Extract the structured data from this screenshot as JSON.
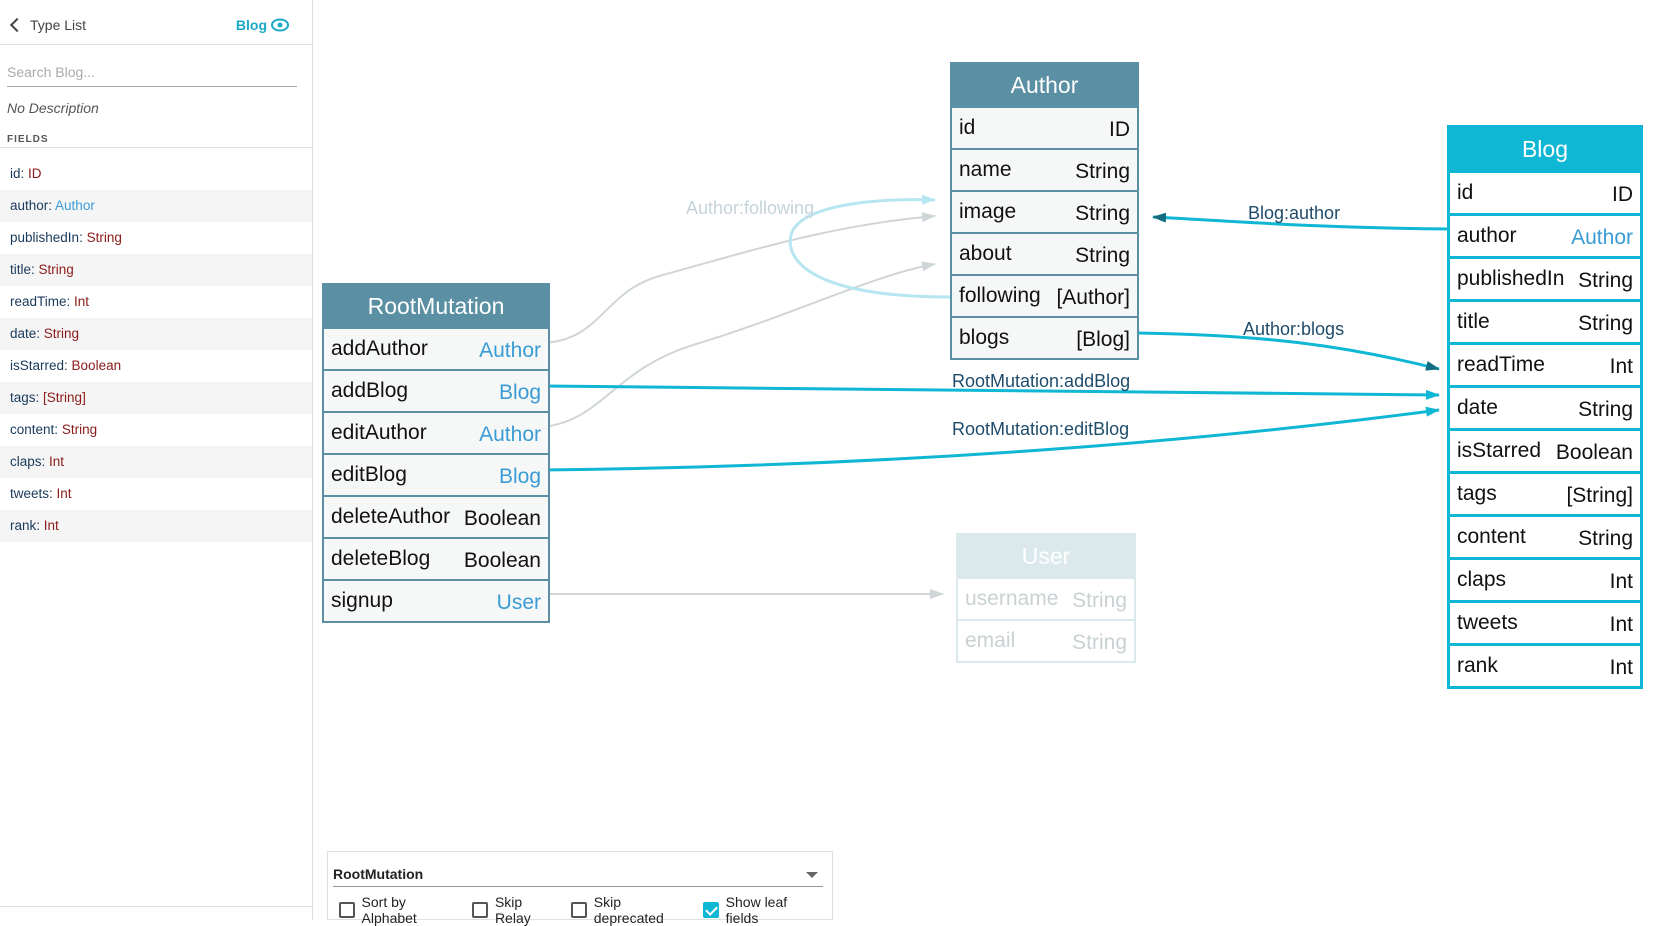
{
  "sidebar": {
    "back_label": "Type List",
    "type_name": "Blog",
    "search_placeholder": "Search Blog...",
    "description": "No Description",
    "fields_title": "FIELDS",
    "fields": [
      {
        "name": "id",
        "type": "ID",
        "link": false
      },
      {
        "name": "author",
        "type": "Author",
        "link": true
      },
      {
        "name": "publishedIn",
        "type": "String",
        "link": false
      },
      {
        "name": "title",
        "type": "String",
        "link": false
      },
      {
        "name": "readTime",
        "type": "Int",
        "link": false
      },
      {
        "name": "date",
        "type": "String",
        "link": false
      },
      {
        "name": "isStarred",
        "type": "Boolean",
        "link": false
      },
      {
        "name": "tags",
        "type": "[String]",
        "link": false
      },
      {
        "name": "content",
        "type": "String",
        "link": false
      },
      {
        "name": "claps",
        "type": "Int",
        "link": false
      },
      {
        "name": "tweets",
        "type": "Int",
        "link": false
      },
      {
        "name": "rank",
        "type": "Int",
        "link": false
      }
    ]
  },
  "graph": {
    "nodes": {
      "root_mutation": {
        "title": "RootMutation",
        "rows": [
          {
            "name": "addAuthor",
            "type": "Author",
            "link": true
          },
          {
            "name": "addBlog",
            "type": "Blog",
            "link": true
          },
          {
            "name": "editAuthor",
            "type": "Author",
            "link": true
          },
          {
            "name": "editBlog",
            "type": "Blog",
            "link": true
          },
          {
            "name": "deleteAuthor",
            "type": "Boolean",
            "link": false
          },
          {
            "name": "deleteBlog",
            "type": "Boolean",
            "link": false
          },
          {
            "name": "signup",
            "type": "User",
            "link": true
          }
        ]
      },
      "author": {
        "title": "Author",
        "rows": [
          {
            "name": "id",
            "type": "ID",
            "link": false
          },
          {
            "name": "name",
            "type": "String",
            "link": false
          },
          {
            "name": "image",
            "type": "String",
            "link": false
          },
          {
            "name": "about",
            "type": "String",
            "link": false
          },
          {
            "name": "following",
            "type": "Author",
            "link": true,
            "list": true
          },
          {
            "name": "blogs",
            "type": "Blog",
            "link": true,
            "list": true
          }
        ]
      },
      "user": {
        "title": "User",
        "rows": [
          {
            "name": "username",
            "type": "String",
            "link": false
          },
          {
            "name": "email",
            "type": "String",
            "link": false
          }
        ]
      },
      "blog": {
        "title": "Blog",
        "rows": [
          {
            "name": "id",
            "type": "ID",
            "link": false
          },
          {
            "name": "author",
            "type": "Author",
            "link": true
          },
          {
            "name": "publishedIn",
            "type": "String",
            "link": false
          },
          {
            "name": "title",
            "type": "String",
            "link": false
          },
          {
            "name": "readTime",
            "type": "Int",
            "link": false
          },
          {
            "name": "date",
            "type": "String",
            "link": false
          },
          {
            "name": "isStarred",
            "type": "Boolean",
            "link": false
          },
          {
            "name": "tags",
            "type": "[String]",
            "link": false
          },
          {
            "name": "content",
            "type": "String",
            "link": false
          },
          {
            "name": "claps",
            "type": "Int",
            "link": false
          },
          {
            "name": "tweets",
            "type": "Int",
            "link": false
          },
          {
            "name": "rank",
            "type": "Int",
            "link": false
          }
        ]
      }
    },
    "edge_labels": {
      "author_following": "Author:following",
      "blog_author": "Blog:author",
      "author_blogs": "Author:blogs",
      "root_add_blog": "RootMutation:addBlog",
      "root_edit_blog": "RootMutation:editBlog"
    }
  },
  "panel": {
    "root_select": "RootMutation",
    "options": [
      {
        "label": "Sort by Alphabet",
        "checked": false
      },
      {
        "label": "Skip Relay",
        "checked": false
      },
      {
        "label": "Skip deprecated",
        "checked": false
      },
      {
        "label": "Show leaf fields",
        "checked": true
      }
    ]
  },
  "colors": {
    "accent": "#0fb7d4",
    "node": "#5b8fa3",
    "faded": "#dbe8ec",
    "link_type": "#3a9bd5",
    "scalar_type": "#8b1a1a"
  }
}
